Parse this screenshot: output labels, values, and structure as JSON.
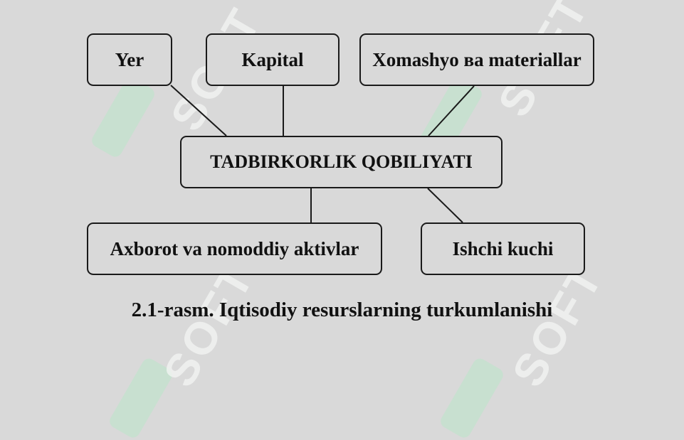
{
  "diagram": {
    "nodes": {
      "yer": "Yer",
      "kapital": "Kapital",
      "xomashyo": "Xomashyo ва materiallar",
      "center": "TADBIRKORLIK QOBILIYATI",
      "axborot": "Axborot va nomoddiy aktivlar",
      "ishchi": "Ishchi kuchi"
    },
    "caption": "2.1-rasm. Iqtisodiy resurslarning turkumlanishi"
  },
  "watermark": {
    "text": "SOFT",
    "color": "#b9e6c8"
  }
}
